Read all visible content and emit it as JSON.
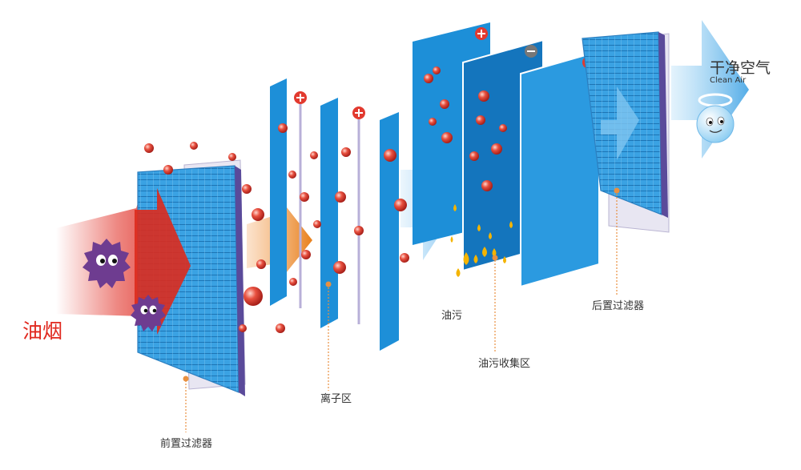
{
  "labels": {
    "input": "油烟",
    "output": "干净空气",
    "output_en": "Clean Air",
    "pre_filter": "前置过滤器",
    "ion_zone": "离子区",
    "oil": "油污",
    "oil_collect": "油污收集区",
    "post_filter": "后置过滤器"
  },
  "colors": {
    "panel_blue": "#1d8fd8",
    "filter_blue": "#2e9be0",
    "collector_blue": "#1475bd",
    "smoke_red": "#e0281e",
    "ion_orange": "#e8801c",
    "particle_red": "#e23a2f",
    "soot_purple": "#6e3c90",
    "oil_yellow": "#f4b400",
    "leader_orange": "#e89040"
  },
  "icons": [
    "smoke-arrow",
    "soot-particle-icon",
    "ion-particle-icon",
    "plus-charge-icon",
    "minus-charge-icon",
    "oil-drop-icon",
    "clean-air-droplet-icon",
    "airflow-arrow"
  ]
}
